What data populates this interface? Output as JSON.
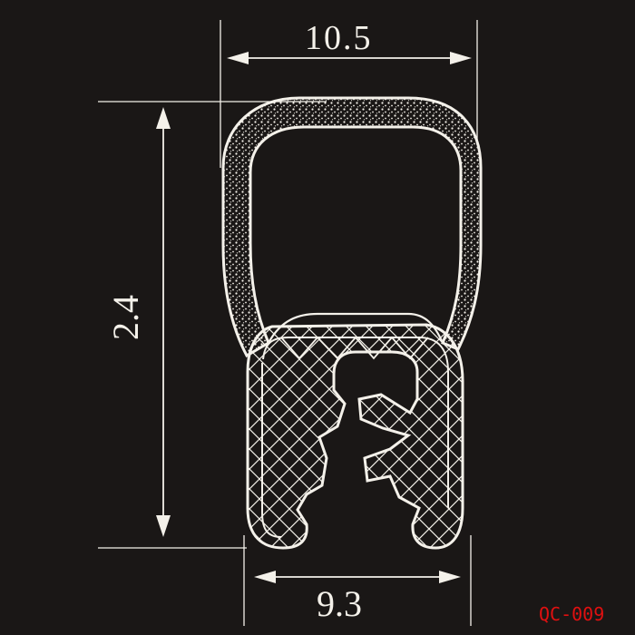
{
  "drawing": {
    "dimension_top": "10.5",
    "dimension_side": "2.4",
    "dimension_bottom": "9.3",
    "product_code": "QC-009"
  },
  "colors": {
    "background": "#1a1716",
    "line": "#f4f1ea",
    "code": "#e01010"
  }
}
